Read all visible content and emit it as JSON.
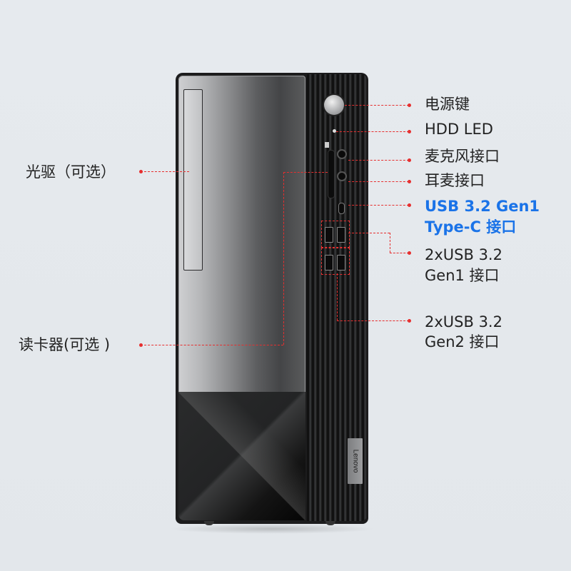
{
  "product": {
    "brand_badge": "Lenovo",
    "accent_color": "#e62e2e",
    "highlight_color": "#1a73e8"
  },
  "labels": {
    "power_button": "电源键",
    "hdd_led": "HDD LED",
    "mic_port": "麦克风接口",
    "headset_port": "耳麦接口",
    "typec_line1": "USB 3.2 Gen1",
    "typec_line2": "Type-C 接口",
    "usb_gen1_line1": "2xUSB 3.2",
    "usb_gen1_line2": "Gen1 接口",
    "usb_gen2_line1": "2xUSB 3.2",
    "usb_gen2_line2": "Gen2 接口",
    "optical_drive": "光驱（可选）",
    "card_reader": "读卡器(可选 )"
  }
}
